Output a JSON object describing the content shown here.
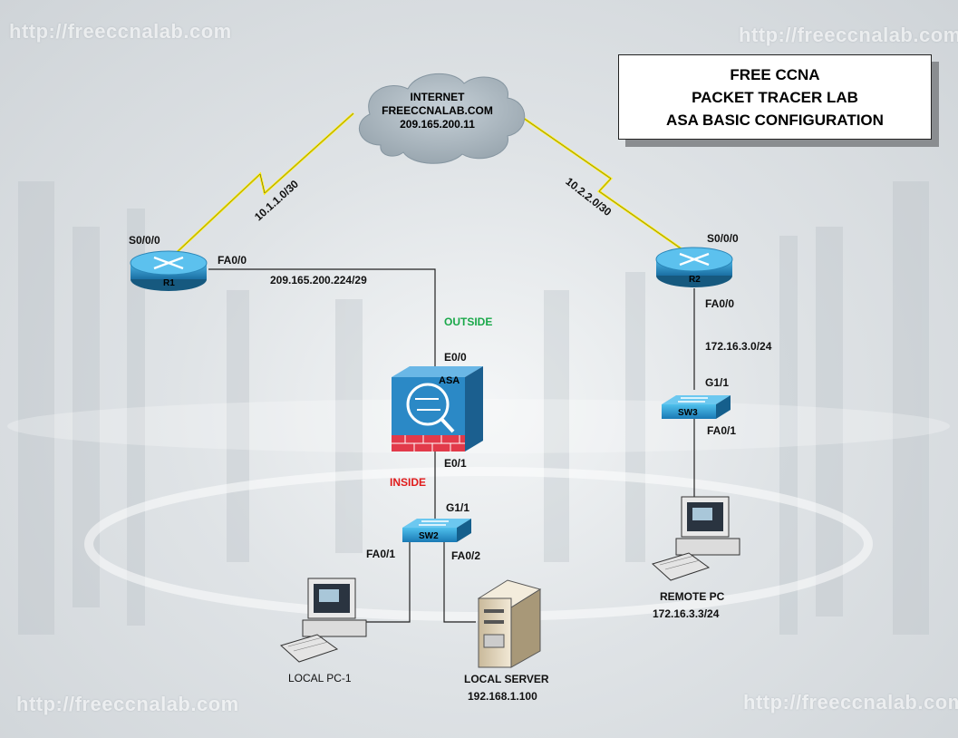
{
  "watermark": "http://freeccnalab.com",
  "title": {
    "line1": "FREE CCNA",
    "line2": "PACKET TRACER LAB",
    "line3": "ASA BASIC CONFIGURATION"
  },
  "cloud": {
    "line1": "INTERNET",
    "line2": "FREECCNALAB.COM",
    "line3": "209.165.200.11"
  },
  "devices": {
    "r1": "R1",
    "r2": "R2",
    "asa": "ASA",
    "sw2": "SW2",
    "sw3": "SW3"
  },
  "links": {
    "r1_wan": "10.1.1.0/30",
    "r2_wan": "10.2.2.0/30",
    "outside_net": "209.165.200.224/29",
    "r2_lan": "172.16.3.0/24"
  },
  "interfaces": {
    "r1_s000": "S0/0/0",
    "r1_fa00": "FA0/0",
    "r2_s000": "S0/0/0",
    "r2_fa00": "FA0/0",
    "asa_e00": "E0/0",
    "asa_e01": "E0/1",
    "sw2_g11": "G1/1",
    "sw2_fa01": "FA0/1",
    "sw2_fa02": "FA0/2",
    "sw3_g11": "G1/1",
    "sw3_fa01": "FA0/1"
  },
  "zones": {
    "outside": "OUTSIDE",
    "inside": "INSIDE"
  },
  "hosts": {
    "local_pc": "LOCAL PC-1",
    "local_server_name": "LOCAL SERVER",
    "local_server_ip": "192.168.1.100",
    "remote_pc_name": "REMOTE PC",
    "remote_pc_ip": "172.16.3.3/24"
  }
}
